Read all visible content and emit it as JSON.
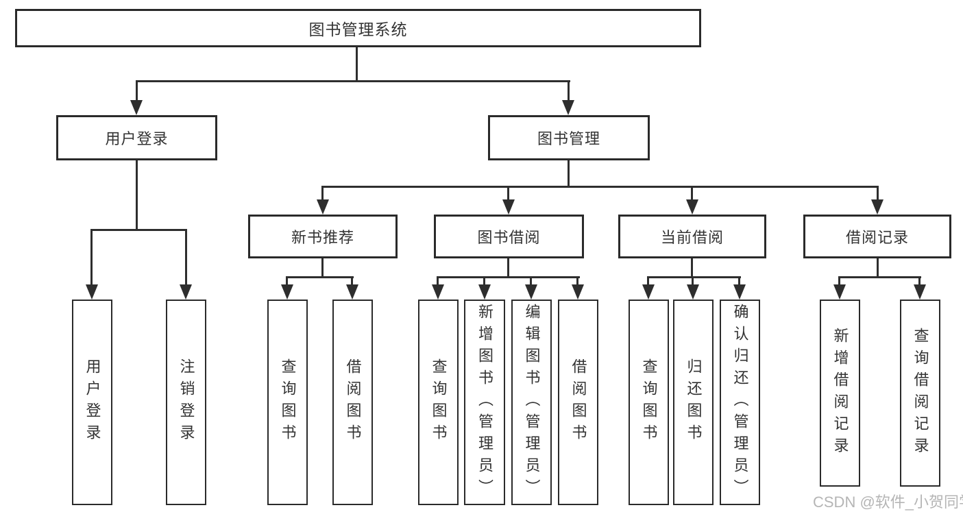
{
  "tree": {
    "label": "图书管理系统",
    "children": [
      {
        "label": "用户登录",
        "children": [
          {
            "label": "用户登录"
          },
          {
            "label": "注销登录"
          }
        ]
      },
      {
        "label": "图书管理",
        "children": [
          {
            "label": "新书推荐",
            "children": [
              {
                "label": "查询图书"
              },
              {
                "label": "借阅图书"
              }
            ]
          },
          {
            "label": "图书借阅",
            "children": [
              {
                "label": "查询图书"
              },
              {
                "label": "新增图书（管理员）"
              },
              {
                "label": "编辑图书（管理员）"
              },
              {
                "label": "借阅图书"
              }
            ]
          },
          {
            "label": "当前借阅",
            "children": [
              {
                "label": "查询图书"
              },
              {
                "label": "归还图书"
              },
              {
                "label": "确认归还（管理员）"
              }
            ]
          },
          {
            "label": "借阅记录",
            "children": [
              {
                "label": "新增借阅记录"
              },
              {
                "label": "查询借阅记录"
              }
            ]
          }
        ]
      }
    ]
  },
  "watermark": {
    "text": "CSDN @软件_小贺同学",
    "color": "#b5b5b5"
  },
  "colors": {
    "line": "#2e2e2e",
    "box_border": "#2a2a2a",
    "box_background": "#ffffff",
    "text": "#333333",
    "page_background": "#ffffff"
  }
}
